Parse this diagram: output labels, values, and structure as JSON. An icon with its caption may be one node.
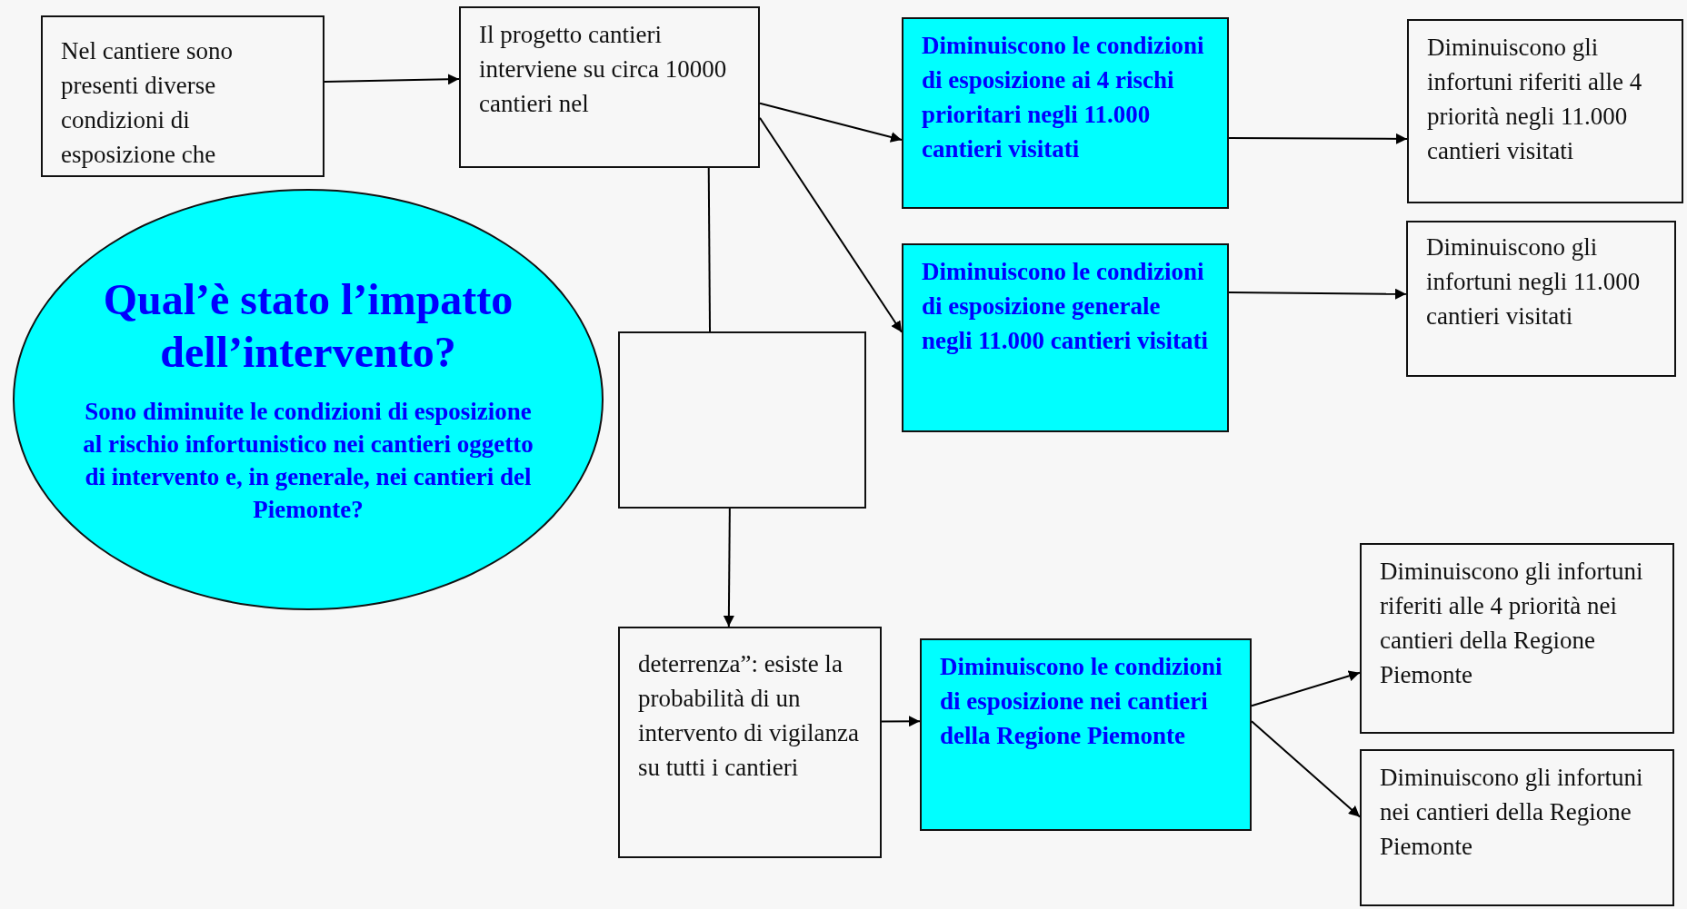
{
  "diagram": {
    "nodes": [
      {
        "text": [
          "Nel cantiere sono presenti diverse condizioni di esposizione che"
        ]
      },
      {
        "text": [
          "Il progetto cantieri interviene su circa 10000 cantieri nel"
        ]
      },
      {
        "text": [
          "Diminuiscono le condizioni di esposizione ai 4 rischi prioritari negli 11.000 cantieri visitati"
        ]
      },
      {
        "text": [
          "Diminuiscono gli infortuni riferiti alle 4 priorità negli 11.000 cantieri visitati"
        ]
      },
      {
        "text": [
          "Diminuiscono le condizioni di esposizione generale negli 11.000 cantieri visitati"
        ]
      },
      {
        "text": [
          "Diminuiscono gli infortuni negli 11.000 cantieri visitati"
        ]
      },
      {
        "text": [],
        "shape": "box"
      },
      {
        "text": [
          "Qual’è stato l’impatto dell’intervento?",
          "Sono diminuite le condizioni di esposizione al rischio infortunistico nei cantieri oggetto di intervento e, in generale, nei cantieri del Piemonte?"
        ]
      },
      {
        "text": [
          "deterrenza”: esiste la probabilità di un intervento di vigilanza su tutti i cantieri"
        ]
      },
      {
        "text": [
          "Diminuiscono le condizioni di esposizione nei cantieri della Regione Piemonte"
        ]
      },
      {
        "text": [
          "Diminuiscono gli infortuni riferiti alle 4 priorità nei cantieri della Regione Piemonte"
        ]
      },
      {
        "text": [
          "Diminuiscono gli infortuni nei cantieri della Regione Piemonte"
        ]
      }
    ],
    "edges": [
      {
        "from": 0,
        "to": 1,
        "arrow": "to"
      },
      {
        "from": 1,
        "to": 2,
        "arrow": "to"
      },
      {
        "from": 1,
        "to": 4,
        "arrow": "to"
      },
      {
        "from": 1,
        "to": 6,
        "arrow": "none"
      },
      {
        "from": 6,
        "to": 8,
        "arrow": "to"
      },
      {
        "from": 2,
        "to": 3,
        "arrow": "to"
      },
      {
        "from": 4,
        "to": 5,
        "arrow": "to"
      },
      {
        "from": 8,
        "to": 9,
        "arrow": "to"
      },
      {
        "from": 9,
        "to": 10,
        "arrow": "to"
      },
      {
        "from": 9,
        "to": 11,
        "arrow": "to"
      }
    ]
  }
}
